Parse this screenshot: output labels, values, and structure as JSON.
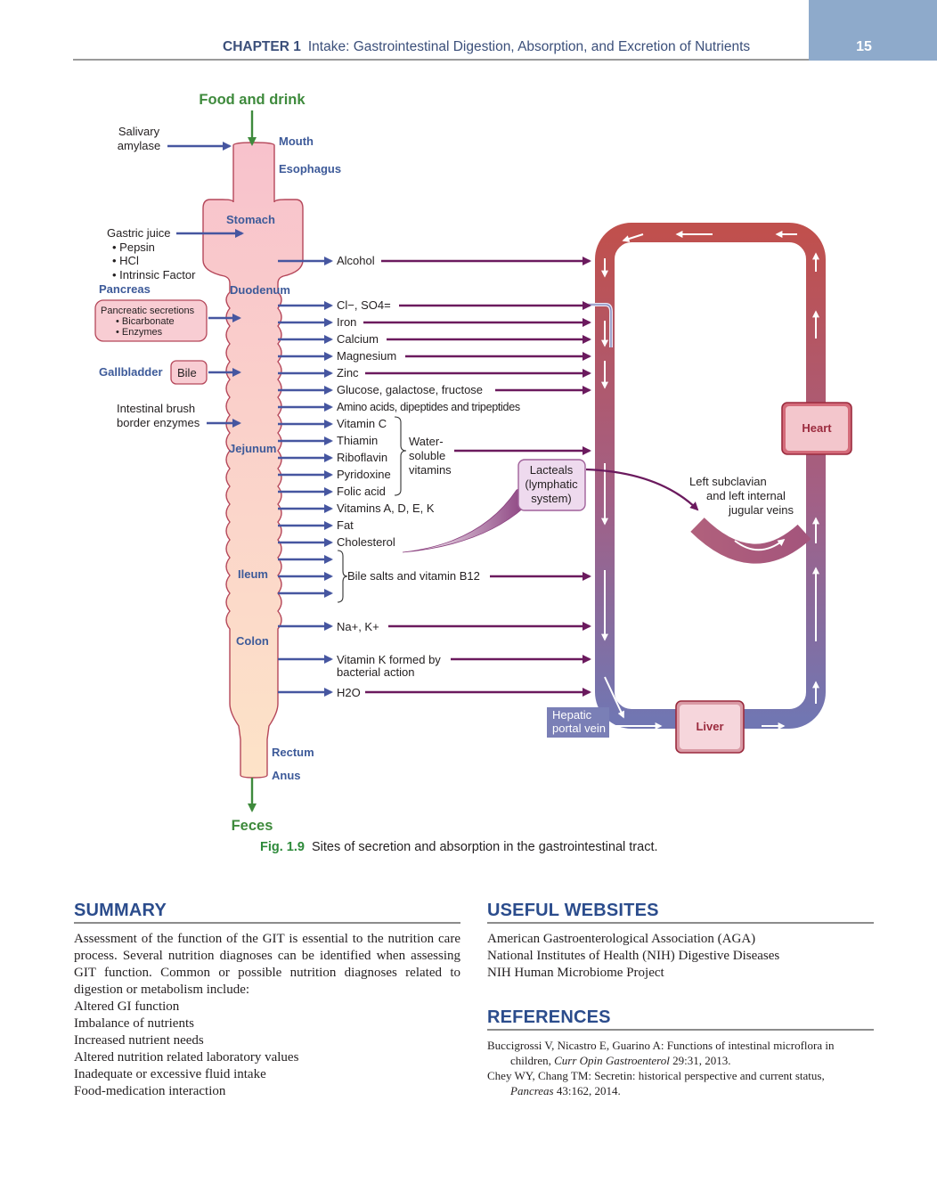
{
  "header": {
    "chapter_label": "CHAPTER 1",
    "chapter_title": "Intake: Gastrointestinal Digestion, Absorption, and Excretion of Nutrients",
    "page_number": "15"
  },
  "figure": {
    "food_in": "Food and drink",
    "food_out": "Feces",
    "organs": {
      "mouth": "Mouth",
      "esophagus": "Esophagus",
      "stomach": "Stomach",
      "duodenum": "Duodenum",
      "jejunum": "Jejunum",
      "ileum": "Ileum",
      "colon": "Colon",
      "rectum": "Rectum",
      "anus": "Anus",
      "pancreas": "Pancreas",
      "gallbladder": "Gallbladder"
    },
    "secretions": {
      "salivary_1": "Salivary",
      "salivary_2": "amylase",
      "gastric": "Gastric juice",
      "gastric_items": [
        "• Pepsin",
        "• HCl",
        "• Intrinsic Factor"
      ],
      "pancreatic": "Pancreatic secretions",
      "pancreatic_items": [
        "• Bicarbonate",
        "• Enzymes"
      ],
      "bile": "Bile",
      "brush_1": "Intestinal brush",
      "brush_2": "border enzymes"
    },
    "absorbed": {
      "alcohol": "Alcohol",
      "chloride_sulfate": "Cl−, SO4=",
      "iron": "Iron",
      "calcium": "Calcium",
      "magnesium": "Magnesium",
      "zinc": "Zinc",
      "sugars": "Glucose, galactose, fructose",
      "amino": "Amino acids, dipeptides and tripeptides",
      "vitamin_c": "Vitamin C",
      "thiamin": "Thiamin",
      "riboflavin": "Riboflavin",
      "pyridoxine": "Pyridoxine",
      "folic": "Folic acid",
      "water_soluble_1": "Water-",
      "water_soluble_2": "soluble",
      "water_soluble_3": "vitamins",
      "fat_vitamins": "Vitamins A, D, E, K",
      "fat": "Fat",
      "cholesterol": "Cholesterol",
      "bile_salts": "Bile salts and vitamin B12",
      "na_k": "Na+, K+",
      "vitamin_k_1": "Vitamin K formed by",
      "vitamin_k_2": "bacterial action",
      "water": "H2O"
    },
    "circulation": {
      "lacteals_1": "Lacteals",
      "lacteals_2": "(lymphatic",
      "lacteals_3": "system)",
      "subclavian_1": "Left subclavian",
      "subclavian_2": "and left internal",
      "subclavian_3": "jugular veins",
      "heart": "Heart",
      "liver": "Liver",
      "portal_1": "Hepatic",
      "portal_2": "portal vein"
    },
    "caption_number": "Fig. 1.9",
    "caption_text": "Sites of secretion and absorption in the gastrointestinal tract."
  },
  "summary": {
    "title": "SUMMARY",
    "paragraph": "Assessment of the function of the GIT is essential to the nutrition care process. Several nutrition diagnoses can be identified when assessing GIT function. Common or possible nutrition diagnoses related to digestion or metabolism include:",
    "items": [
      "Altered GI function",
      "Imbalance of nutrients",
      "Increased nutrient needs",
      "Altered nutrition related laboratory values",
      "Inadequate or excessive fluid intake",
      "Food-medication interaction"
    ]
  },
  "websites": {
    "title": "USEFUL WEBSITES",
    "items": [
      "American Gastroenterological Association (AGA)",
      "National Institutes of Health (NIH) Digestive Diseases",
      "NIH Human Microbiome Project"
    ]
  },
  "references": {
    "title": "REFERENCES",
    "r1_text": "Buccigrossi V, Nicastro E, Guarino A: Functions of intestinal microflora in children, ",
    "r1_journal": "Curr Opin Gastroenterol",
    "r1_cite": " 29:31, 2013.",
    "r2_text": "Chey WY, Chang TM: Secretin: historical perspective and current status, ",
    "r2_journal": "Pancreas",
    "r2_cite": " 43:162, 2014."
  },
  "colors": {
    "blue_arrow": "#4656a0",
    "purple_arrow": "#6b1a5e",
    "green_arrow": "#3e8a3c",
    "tract_fill_top": "#f9c9cf",
    "tract_fill_bottom": "#fde0c8",
    "tract_stroke": "#b5475a",
    "organ_label": "#3d5a99",
    "vessel_top": "#c0504d",
    "vessel_bottom": "#7377b0"
  }
}
